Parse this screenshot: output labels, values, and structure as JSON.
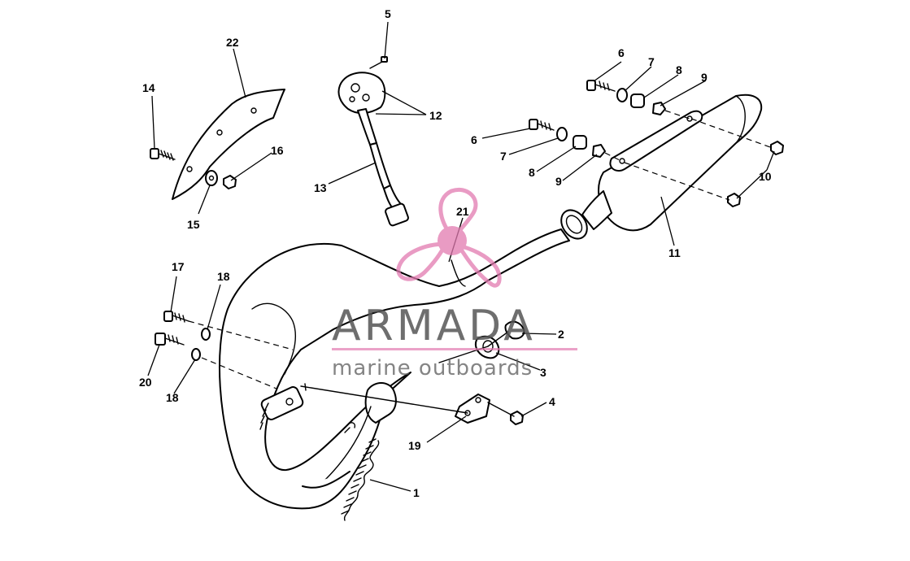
{
  "diagram": {
    "callouts": {
      "c1": "1",
      "c2": "2",
      "c3": "3",
      "c4": "4",
      "c5": "5",
      "c6a": "6",
      "c6b": "6",
      "c7a": "7",
      "c7b": "7",
      "c8a": "8",
      "c8b": "8",
      "c9a": "9",
      "c9b": "9",
      "c10": "10",
      "c11": "11",
      "c12": "12",
      "c13": "13",
      "c14": "14",
      "c15": "15",
      "c16": "16",
      "c17": "17",
      "c18a": "18",
      "c18b": "18",
      "c19": "19",
      "c20": "20",
      "c21": "21",
      "c22": "22"
    }
  },
  "watermark": {
    "title": "ARMADA",
    "subtitle": "marine outboards",
    "accent_color": "#e27ab0",
    "text_color": "#555555"
  }
}
